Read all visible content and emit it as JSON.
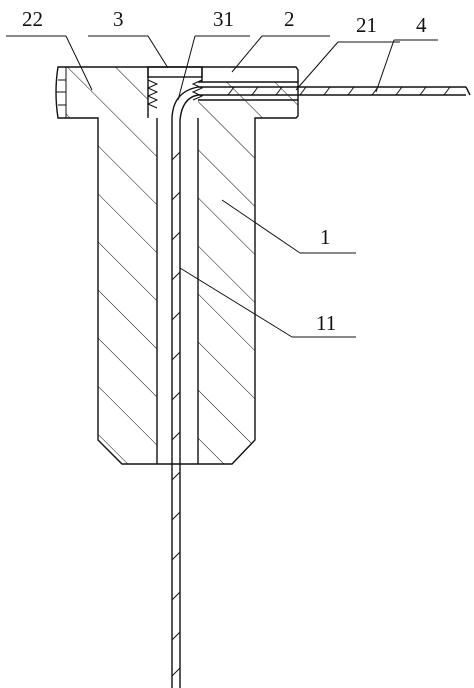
{
  "labels": {
    "l22": "22",
    "l3": "3",
    "l31": "31",
    "l2": "2",
    "l21": "21",
    "l4": "4",
    "l1": "1",
    "l11": "11"
  }
}
